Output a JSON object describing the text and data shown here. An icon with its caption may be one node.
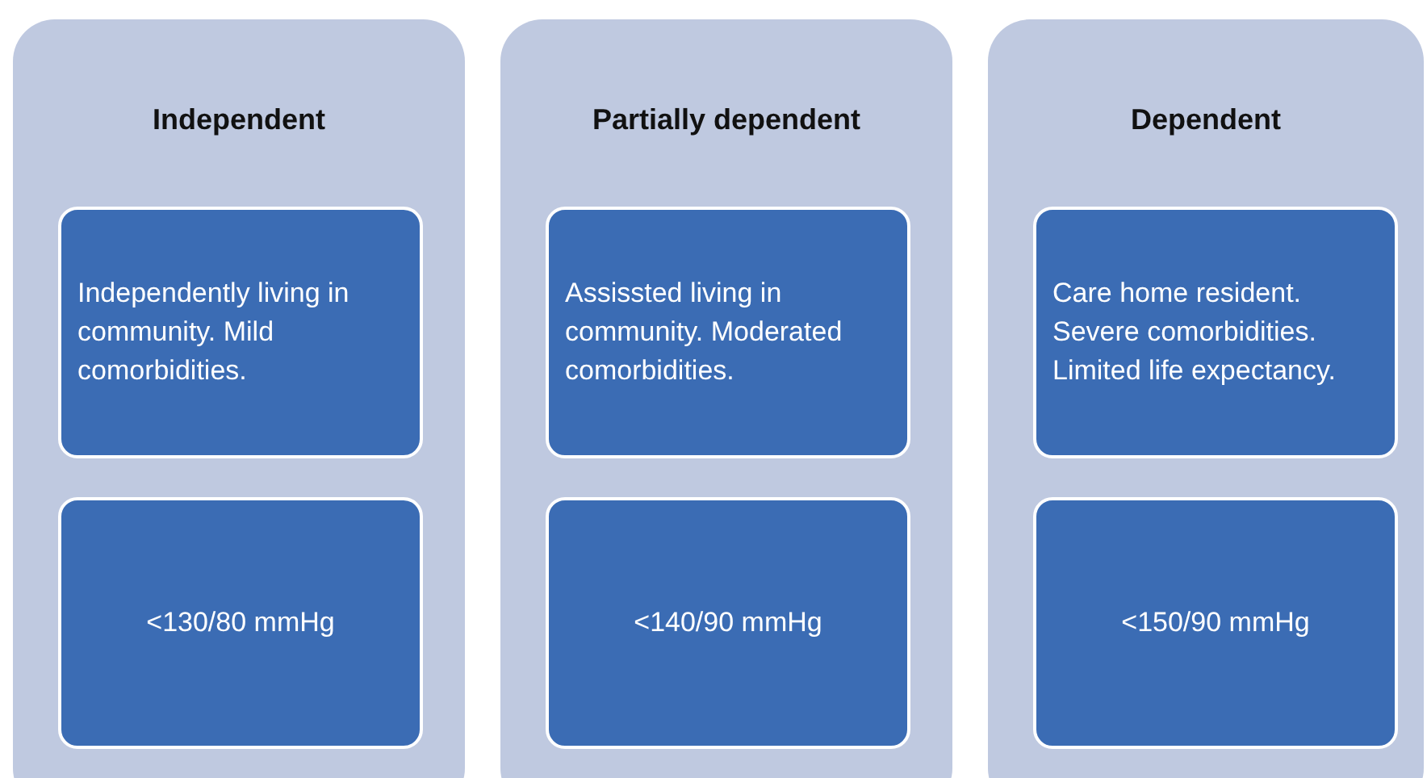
{
  "diagram": {
    "nodes": [
      {
        "text": [
          "Independent"
        ]
      },
      {
        "text": [
          "Independently living in community. Mild comorbidities."
        ],
        "in": 0
      },
      {
        "text": [
          "<130/80 mmHg"
        ],
        "in": 0
      },
      {
        "text": [
          "Partially dependent"
        ]
      },
      {
        "text": [
          "Assissted living in community. Moderated comorbidities."
        ],
        "in": 3
      },
      {
        "text": [
          "<140/90 mmHg"
        ],
        "in": 3
      },
      {
        "text": [
          "Dependent"
        ]
      },
      {
        "text": [
          "Care home resident. Severe comorbidities. Limited life expectancy."
        ],
        "in": 6
      },
      {
        "text": [
          "<150/90 mmHg"
        ],
        "in": 6
      }
    ]
  }
}
